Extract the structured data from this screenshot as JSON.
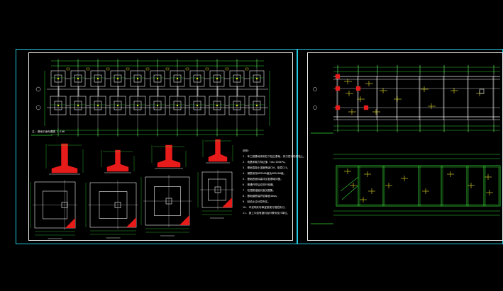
{
  "drawing": {
    "sheets": [
      {
        "name": "foundation-plan-sheet",
        "panel": "left"
      },
      {
        "name": "floor-plan-sheet",
        "panel": "right"
      }
    ],
    "notes_title": "说明:",
    "notes_lines": [
      "1. 本工程基础采用柱下独立基础，持力层为粉质粘土。",
      "2. 地基承载力特征值 fak=150kPa。",
      "3. 基础混凝土强度等级C30，垫层C15。",
      "4. 钢筋采用HPB300级及HRB400级。",
      "5. 基础底面标高详见各基础详图。",
      "6. 基槽开挖后应进行验槽。",
      "7. 柱插筋锚固长度见图集。",
      "8. 基础钢筋保护层厚度40mm。",
      "9. 回填土应分层夯实。",
      "10. 本说明未尽事宜按现行规范执行。",
      "11. 施工中如有疑问及时联系设计单位。"
    ],
    "legend_text": "注: 基础平面布置图 1:100"
  },
  "colors": {
    "background": "#000000",
    "frame": "#22c7e0",
    "lines": "#f2f2f2",
    "dims": "#35d435",
    "column": "#e81b1b",
    "rebar": "#e8e12a",
    "hatch": "#e81b1b"
  }
}
